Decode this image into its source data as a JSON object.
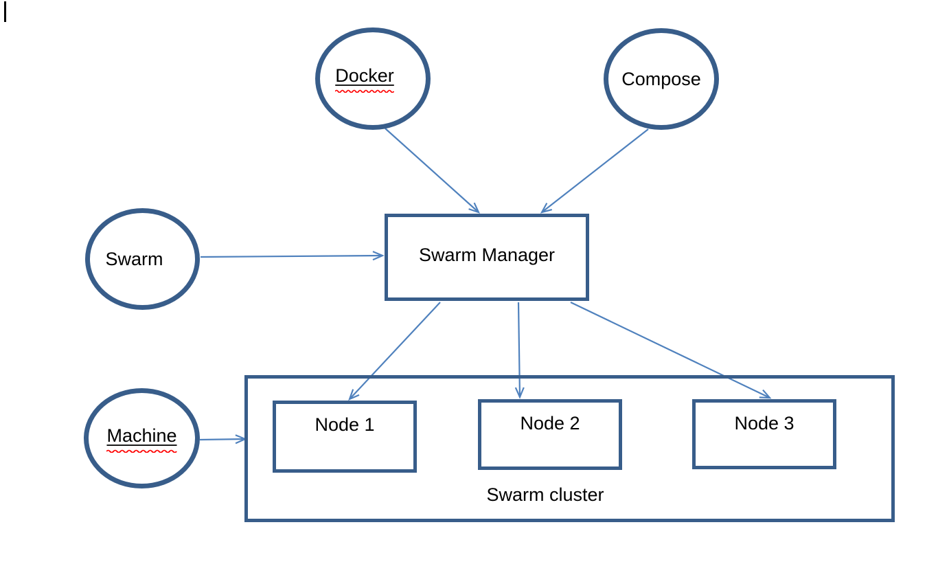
{
  "diagram": {
    "colors": {
      "shape_border": "#385D8A",
      "arrow": "#4F81BD",
      "text": "#000000",
      "spellcheck": "#FF0000",
      "background": "#FFFFFF"
    },
    "nodes": {
      "docker": {
        "label": "Docker",
        "shape": "ellipse",
        "underlined": true,
        "spellcheck_squiggle": true
      },
      "compose": {
        "label": "Compose",
        "shape": "ellipse",
        "underlined": false,
        "spellcheck_squiggle": false
      },
      "swarm": {
        "label": "Swarm",
        "shape": "ellipse",
        "underlined": false,
        "spellcheck_squiggle": false
      },
      "machine": {
        "label": "Machine",
        "shape": "ellipse",
        "underlined": true,
        "spellcheck_squiggle": true
      },
      "swarm_manager": {
        "label": "Swarm Manager",
        "shape": "rectangle"
      },
      "node1": {
        "label": "Node 1",
        "shape": "rectangle"
      },
      "node2": {
        "label": "Node 2",
        "shape": "rectangle"
      },
      "node3": {
        "label": "Node 3",
        "shape": "rectangle"
      },
      "cluster": {
        "label": "Swarm cluster",
        "shape": "rectangle-container"
      }
    },
    "edges": [
      {
        "from": "docker",
        "to": "swarm_manager"
      },
      {
        "from": "compose",
        "to": "swarm_manager"
      },
      {
        "from": "swarm",
        "to": "swarm_manager"
      },
      {
        "from": "swarm_manager",
        "to": "node1"
      },
      {
        "from": "swarm_manager",
        "to": "node2"
      },
      {
        "from": "swarm_manager",
        "to": "node3"
      },
      {
        "from": "machine",
        "to": "cluster"
      }
    ]
  }
}
